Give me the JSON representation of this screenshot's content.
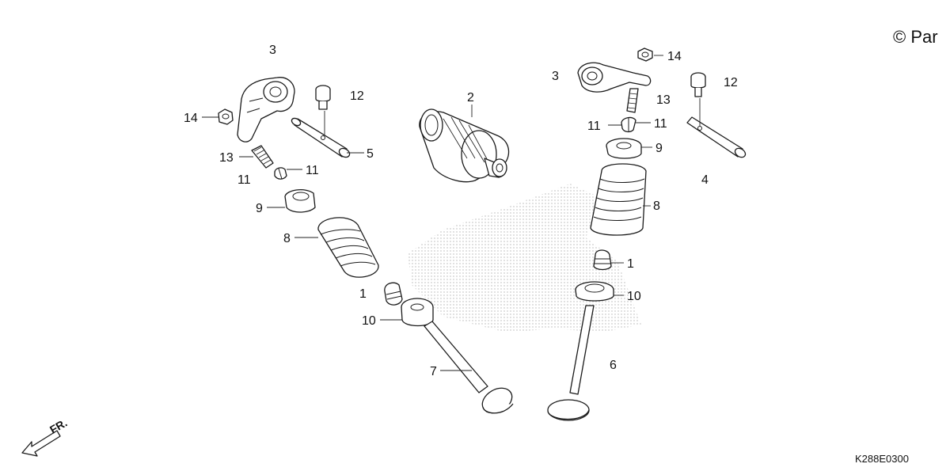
{
  "copyright_text": "© Par",
  "diagram_code": "K288E0300",
  "front_indicator": "FR.",
  "callouts": {
    "l_3": "3",
    "l_14": "14",
    "l_12": "12",
    "l_13": "13",
    "l_11a": "11",
    "l_11b": "11",
    "l_5": "5",
    "l_9": "9",
    "l_8": "8",
    "l_1": "1",
    "l_10": "10",
    "l_7": "7",
    "l_2": "2",
    "r_3": "3",
    "r_14": "14",
    "r_12": "12",
    "r_13": "13",
    "r_11a": "11",
    "r_11b": "11",
    "r_9": "9",
    "r_4": "4",
    "r_8": "8",
    "r_1": "1",
    "r_10": "10",
    "r_6": "6"
  }
}
